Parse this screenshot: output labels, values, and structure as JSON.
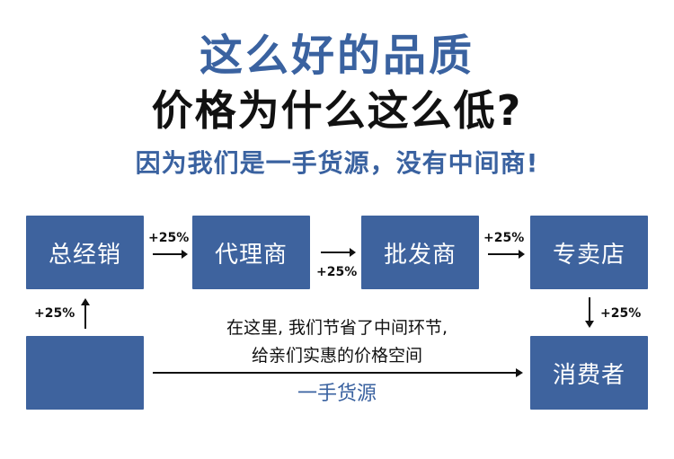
{
  "header": {
    "line1": "这么好的品质",
    "line2": "价格为什么这么低?",
    "line3": "因为我们是一手货源，没有中间商!"
  },
  "nodes": {
    "general_distributor": "总经销",
    "agent": "代理商",
    "wholesaler": "批发商",
    "store": "专卖店",
    "consumer": "消费者",
    "source": ""
  },
  "markups": {
    "general_to_agent": "+25%",
    "agent_to_wholesaler": "+25%",
    "wholesaler_to_store": "+25%",
    "store_to_consumer": "+25%",
    "source_to_general": "+25%"
  },
  "note": {
    "line1": "在这里, 我们节省了中间环节,",
    "line2": "给亲们实惠的价格空间"
  },
  "direct_label": "一手货源",
  "colors": {
    "box_fill": "#3e639e",
    "accent_text": "#3a62a0",
    "dark_text": "#111111"
  }
}
